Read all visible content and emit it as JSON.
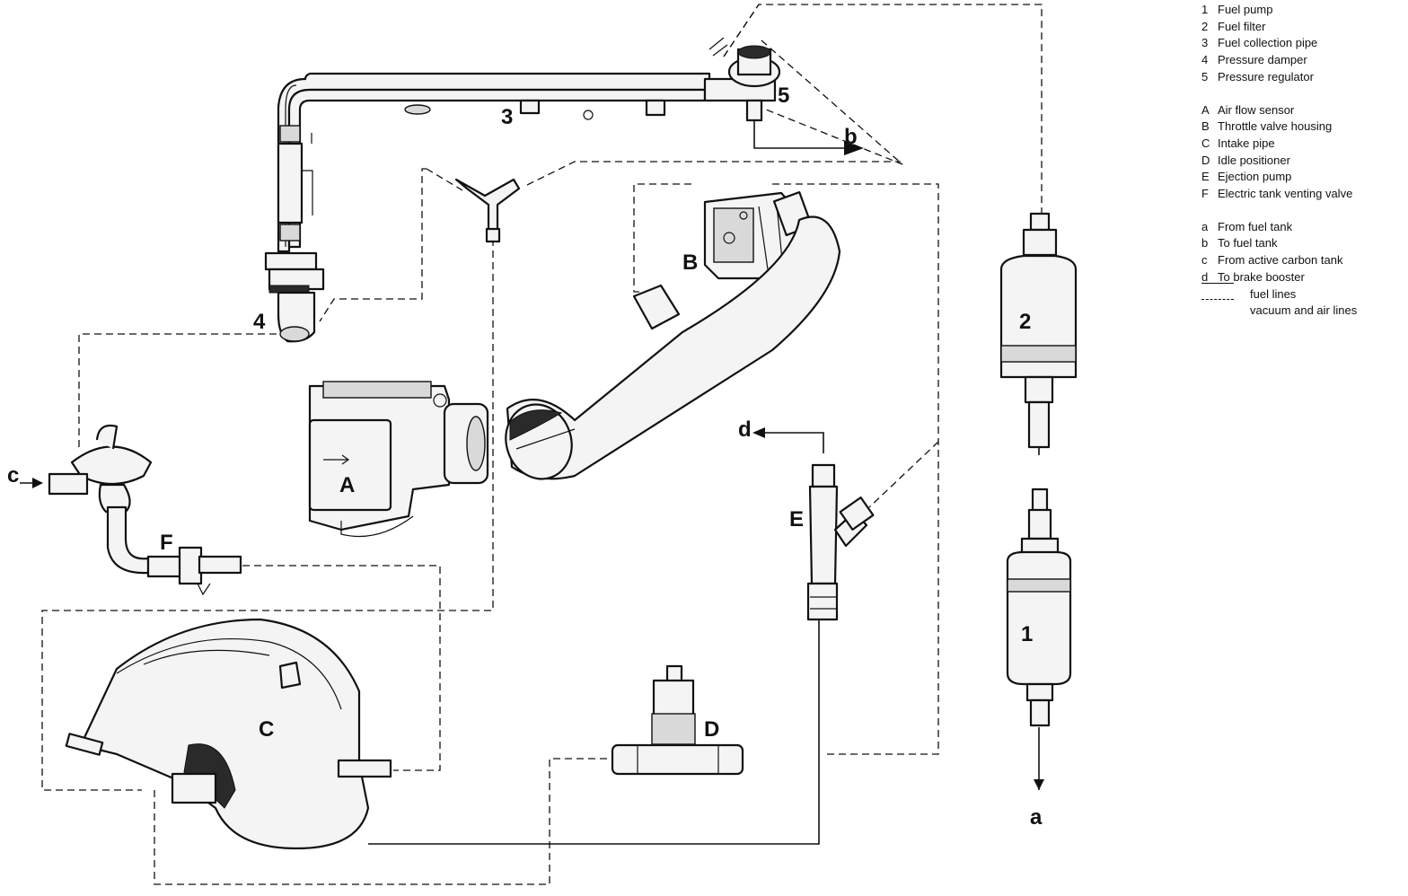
{
  "legend": {
    "parts": [
      {
        "key": "1",
        "text": "Fuel pump"
      },
      {
        "key": "2",
        "text": "Fuel filter"
      },
      {
        "key": "3",
        "text": "Fuel collection pipe"
      },
      {
        "key": "4",
        "text": "Pressure damper"
      },
      {
        "key": "5",
        "text": "Pressure regulator"
      }
    ],
    "components": [
      {
        "key": "A",
        "text": "Air flow sensor"
      },
      {
        "key": "B",
        "text": "Throttle valve housing"
      },
      {
        "key": "C",
        "text": "Intake pipe"
      },
      {
        "key": "D",
        "text": "Idle positioner"
      },
      {
        "key": "E",
        "text": "Ejection pump"
      },
      {
        "key": "F",
        "text": "Electric tank venting valve"
      }
    ],
    "connections": [
      {
        "key": "a",
        "text": "From fuel tank"
      },
      {
        "key": "b",
        "text": "To fuel tank"
      },
      {
        "key": "c",
        "text": "From active carbon tank"
      },
      {
        "key": "d",
        "text": "To brake booster"
      }
    ],
    "line_types": [
      {
        "style": "solid",
        "text": "fuel lines"
      },
      {
        "style": "dashed",
        "text": "vacuum and air lines"
      }
    ]
  },
  "labels": {
    "n1": "1",
    "n2": "2",
    "n3": "3",
    "n4": "4",
    "n5": "5",
    "A": "A",
    "B": "B",
    "C": "C",
    "D": "D",
    "E": "E",
    "F": "F",
    "a": "a",
    "b": "b",
    "c": "c",
    "d": "d"
  }
}
